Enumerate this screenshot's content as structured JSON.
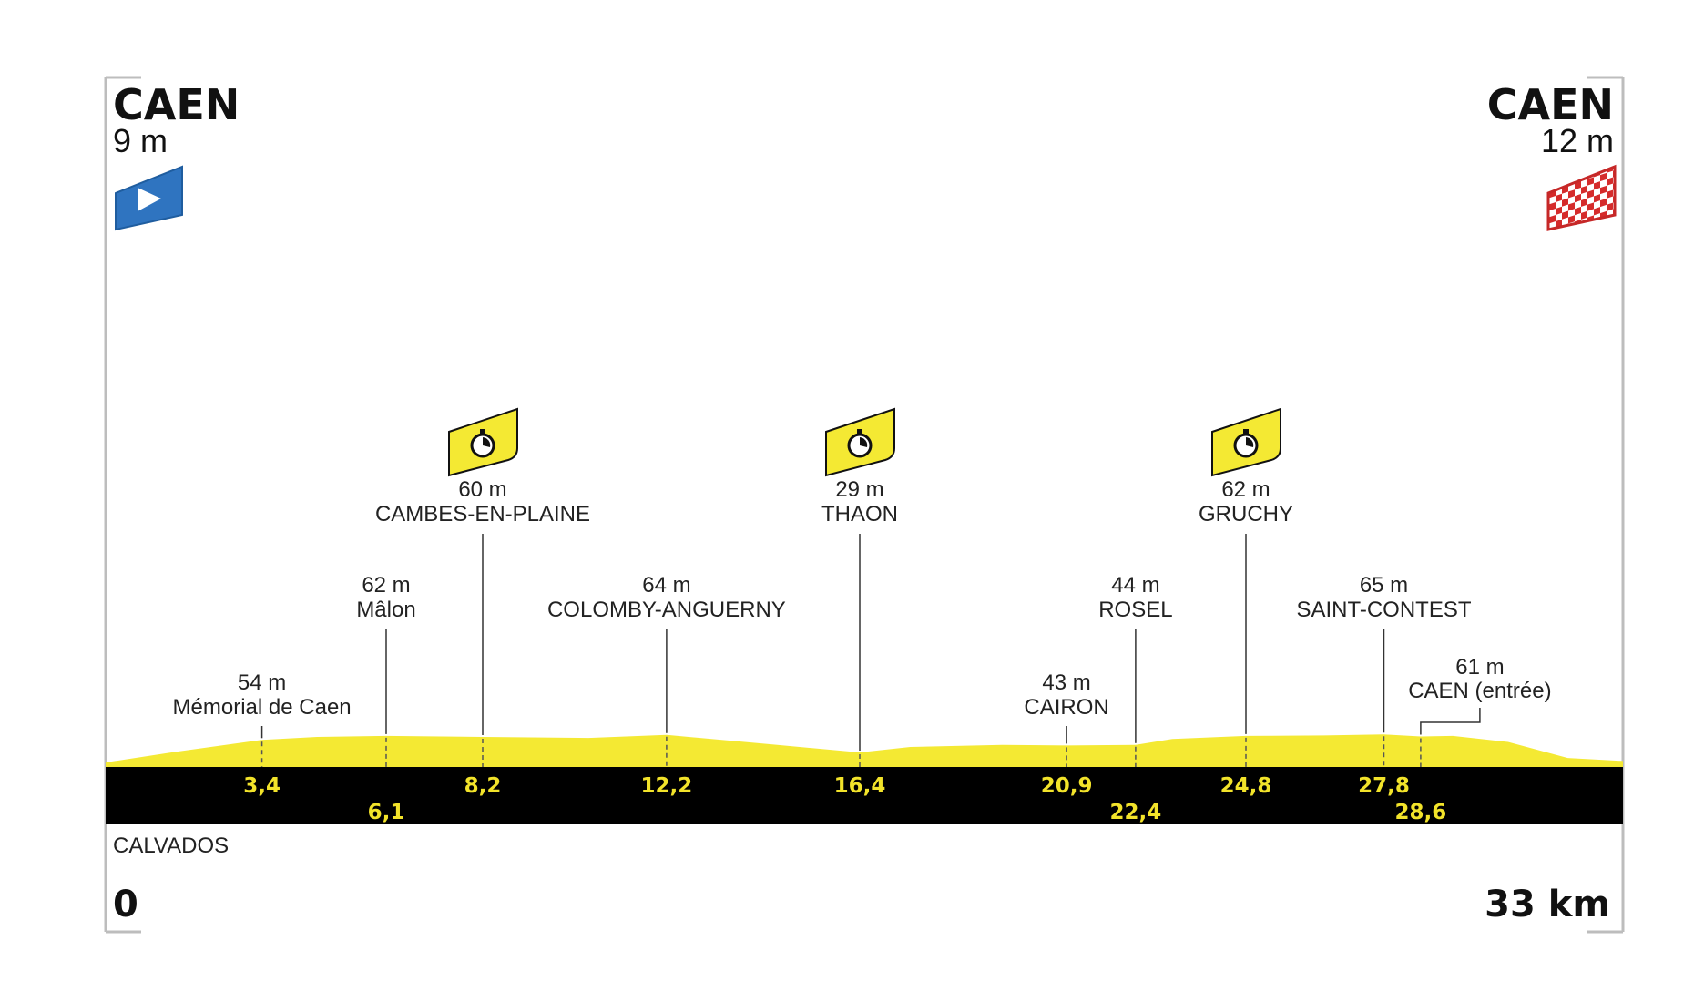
{
  "chart_data": {
    "type": "area",
    "title": "",
    "xlabel": "",
    "ylabel": "",
    "xlim": [
      0,
      33
    ],
    "ylim": [
      0,
      200
    ],
    "unit_distance": "km",
    "unit_altitude": "m",
    "fill_color": "#f4e933",
    "bar_color": "#000000",
    "km_label_color": "#f2e32a",
    "start": {
      "name": "CAEN",
      "altitude": "9 m",
      "icon": "start-flag-icon",
      "color": "#2f74c0"
    },
    "finish": {
      "name": "CAEN",
      "altitude": "12 m",
      "icon": "finish-flag-icon",
      "color": "#d52b2b"
    },
    "region": "CALVADOS",
    "distance_start": "0",
    "distance_end": "33 km",
    "profile": [
      {
        "x": 0,
        "y": 9
      },
      {
        "x": 1.5,
        "y": 30
      },
      {
        "x": 3.4,
        "y": 54
      },
      {
        "x": 4.6,
        "y": 60
      },
      {
        "x": 6.1,
        "y": 62
      },
      {
        "x": 8.2,
        "y": 60
      },
      {
        "x": 10.5,
        "y": 58
      },
      {
        "x": 12.2,
        "y": 64
      },
      {
        "x": 14.5,
        "y": 45
      },
      {
        "x": 16.4,
        "y": 29
      },
      {
        "x": 17.5,
        "y": 40
      },
      {
        "x": 19.5,
        "y": 44
      },
      {
        "x": 20.9,
        "y": 43
      },
      {
        "x": 22.4,
        "y": 44
      },
      {
        "x": 23.2,
        "y": 56
      },
      {
        "x": 24.8,
        "y": 62
      },
      {
        "x": 26.5,
        "y": 63
      },
      {
        "x": 27.8,
        "y": 65
      },
      {
        "x": 28.6,
        "y": 61
      },
      {
        "x": 29.3,
        "y": 62
      },
      {
        "x": 30.5,
        "y": 50
      },
      {
        "x": 31.8,
        "y": 18
      },
      {
        "x": 33,
        "y": 12
      }
    ],
    "waypoints": [
      {
        "km": 3.4,
        "km_label": "3,4",
        "altitude": "54 m",
        "name": "Mémorial de Caen",
        "tier": 3,
        "km_row": 0
      },
      {
        "km": 6.1,
        "km_label": "6,1",
        "altitude": "62 m",
        "name": "Mâlon",
        "tier": 2,
        "km_row": 1
      },
      {
        "km": 8.2,
        "km_label": "8,2",
        "altitude": "60 m",
        "name": "CAMBES-EN-PLAINE",
        "tier": 1,
        "km_row": 0,
        "timing": true
      },
      {
        "km": 12.2,
        "km_label": "12,2",
        "altitude": "64 m",
        "name": "COLOMBY-ANGUERNY",
        "tier": 2,
        "km_row": 0
      },
      {
        "km": 16.4,
        "km_label": "16,4",
        "altitude": "29 m",
        "name": "THAON",
        "tier": 1,
        "km_row": 0,
        "timing": true
      },
      {
        "km": 20.9,
        "km_label": "20,9",
        "altitude": "43 m",
        "name": "CAIRON",
        "tier": 3,
        "km_row": 0
      },
      {
        "km": 22.4,
        "km_label": "22,4",
        "altitude": "44 m",
        "name": "ROSEL",
        "tier": 2,
        "km_row": 1
      },
      {
        "km": 24.8,
        "km_label": "24,8",
        "altitude": "62 m",
        "name": "GRUCHY",
        "tier": 1,
        "km_row": 0,
        "timing": true
      },
      {
        "km": 27.8,
        "km_label": "27,8",
        "altitude": "65 m",
        "name": "SAINT-CONTEST",
        "tier": 2,
        "km_row": 0
      },
      {
        "km": 28.6,
        "km_label": "28,6",
        "altitude": "61 m",
        "name": "CAEN (entrée)",
        "tier": 4,
        "km_row": 1,
        "callout": true
      }
    ],
    "timing_icon": "stopwatch-icon",
    "timing_color": "#f4e933"
  }
}
